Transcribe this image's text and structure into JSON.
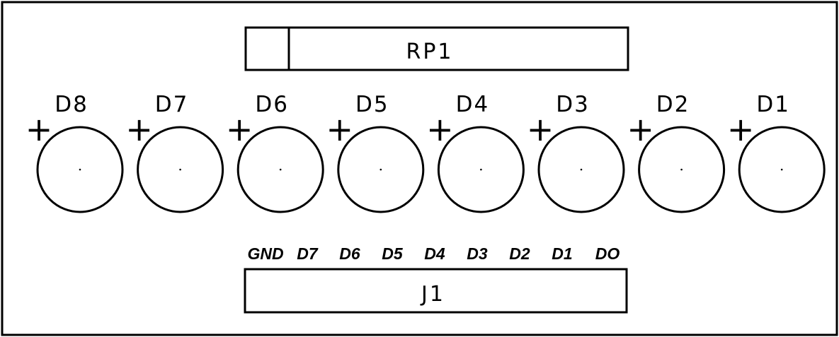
{
  "resistor": {
    "label": "RP1"
  },
  "connector": {
    "label": "J1"
  },
  "leds": [
    {
      "label": "D8",
      "polarity": "+"
    },
    {
      "label": "D7",
      "polarity": "+"
    },
    {
      "label": "D6",
      "polarity": "+"
    },
    {
      "label": "D5",
      "polarity": "+"
    },
    {
      "label": "D4",
      "polarity": "+"
    },
    {
      "label": "D3",
      "polarity": "+"
    },
    {
      "label": "D2",
      "polarity": "+"
    },
    {
      "label": "D1",
      "polarity": "+"
    }
  ],
  "pins": [
    "GND",
    "D7",
    "D6",
    "D5",
    "D4",
    "D3",
    "D2",
    "D1",
    "DO"
  ],
  "colors": {
    "silkscreen": "#000000",
    "background": "#ffffff"
  }
}
